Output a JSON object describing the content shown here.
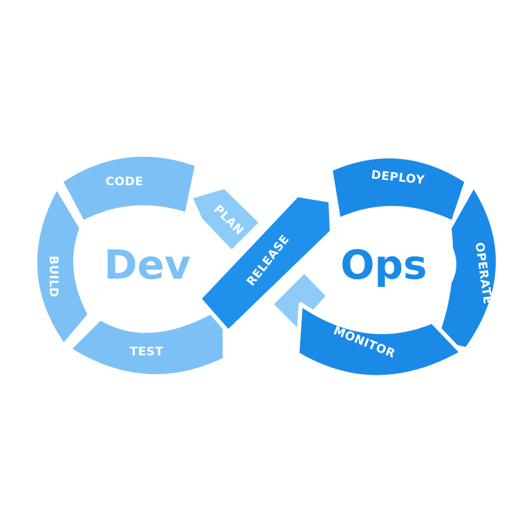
{
  "diagram": {
    "left_center": "Dev",
    "right_center": "Ops",
    "stages": {
      "code": "CODE",
      "plan": "PLAN",
      "build": "BUILD",
      "test": "TEST",
      "release": "RELEASE",
      "deploy": "DEPLOY",
      "operate": "OPERATE",
      "monitor": "MONITOR"
    }
  },
  "colors": {
    "dev_light": "#7cc0f6",
    "dev_arrow": "#8ecbf8",
    "ops_dark": "#1a8ae6",
    "ops_arrow": "#1f91ec",
    "background": "#ffffff"
  }
}
